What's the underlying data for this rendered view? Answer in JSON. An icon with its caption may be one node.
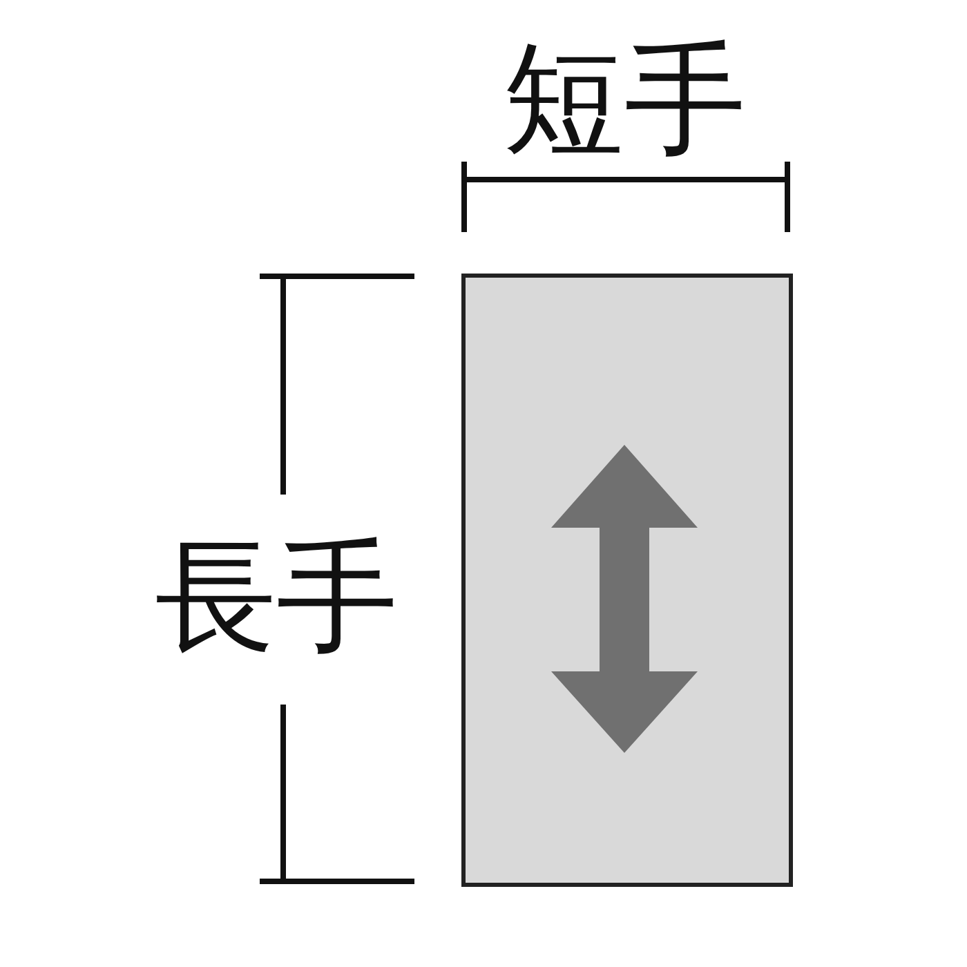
{
  "diagram": {
    "nodes": [
      {
        "text": [],
        "shape": "box"
      }
    ],
    "labels": [
      "短手",
      "長手"
    ]
  }
}
